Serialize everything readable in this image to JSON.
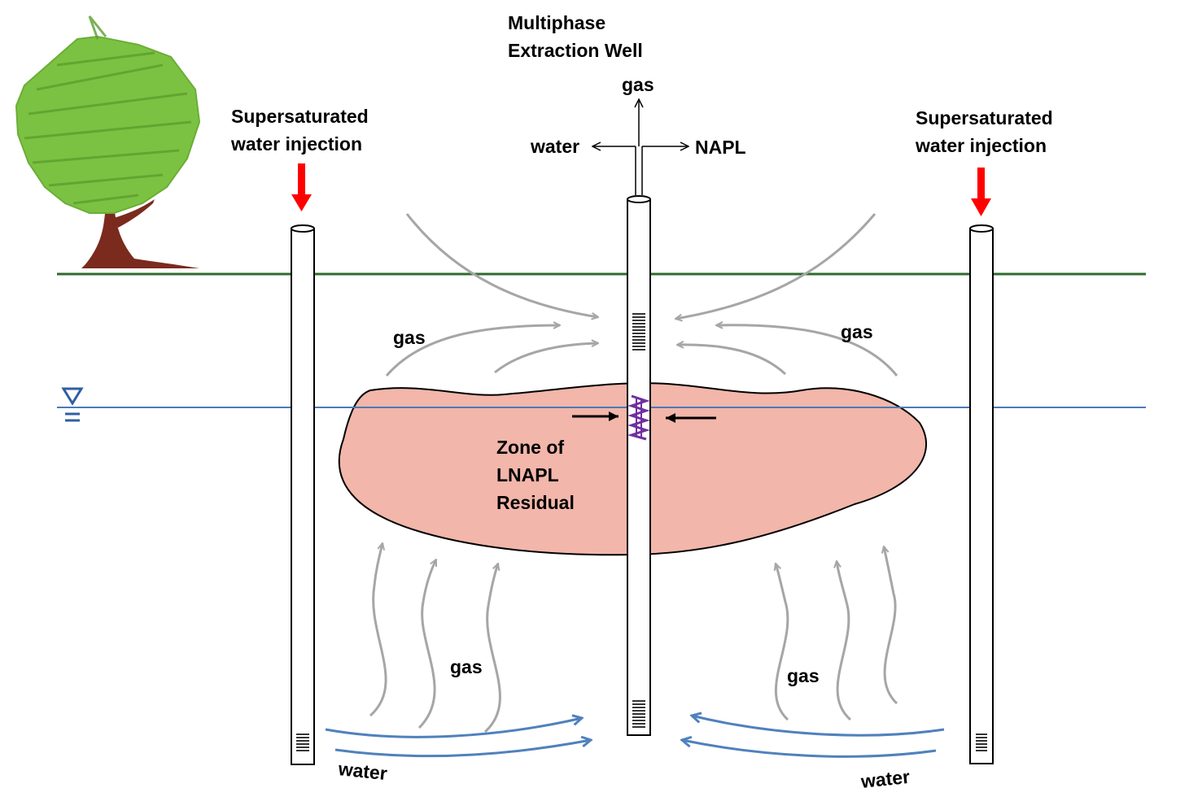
{
  "labels": {
    "extraction_well_line1": "Multiphase",
    "extraction_well_line2": "Extraction Well",
    "gas_out": "gas",
    "water_out": "water",
    "napl_out": "NAPL",
    "injection_left_line1": "Supersaturated",
    "injection_left_line2": "water injection",
    "injection_right_line1": "Supersaturated",
    "injection_right_line2": "water injection",
    "gas_upper_left": "gas",
    "gas_upper_right": "gas",
    "zone_line1": "Zone of",
    "zone_line2": "LNAPL",
    "zone_line3": "Residual",
    "gas_lower_left": "gas",
    "gas_lower_right": "gas",
    "water_lower_left": "water",
    "water_lower_right": "water"
  },
  "colors": {
    "ground_surface": "#2e6b2e",
    "water_table": "#4a7ab8",
    "lnapl_zone_fill": "#f2b6aa",
    "gas_arrows": "#a6a6a6",
    "water_arrows": "#4f81bd",
    "injection_arrows": "#ff0000",
    "screen_marker": "#7030a0",
    "tree_canopy": "#7cc242",
    "tree_trunk": "#7b2a1e"
  }
}
